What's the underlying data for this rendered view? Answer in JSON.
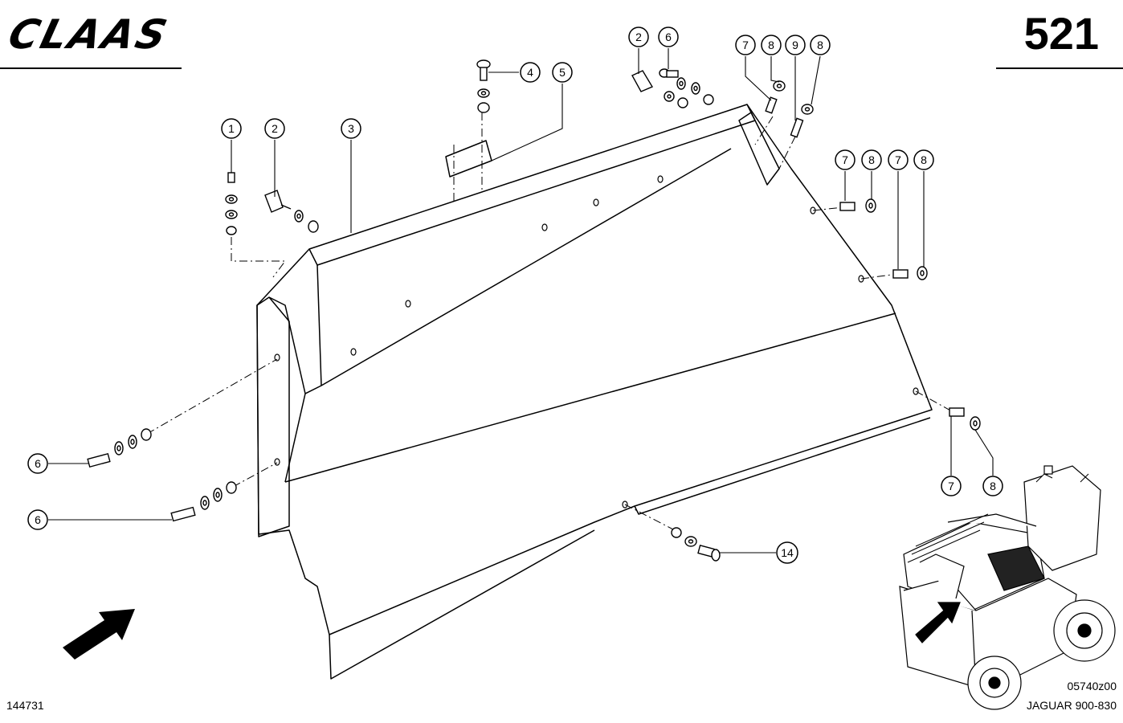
{
  "header": {
    "brand": "CLAAS",
    "page_number": "521"
  },
  "footer": {
    "drawing_code": "144731",
    "image_code": "05740z00",
    "model": "JAGUAR 900-830"
  },
  "callouts": [
    {
      "id": "c1",
      "label": "1"
    },
    {
      "id": "c2a",
      "label": "2"
    },
    {
      "id": "c3",
      "label": "3"
    },
    {
      "id": "c4",
      "label": "4"
    },
    {
      "id": "c5",
      "label": "5"
    },
    {
      "id": "c2b",
      "label": "2"
    },
    {
      "id": "c6a",
      "label": "6"
    },
    {
      "id": "c7a",
      "label": "7"
    },
    {
      "id": "c8a",
      "label": "8"
    },
    {
      "id": "c9",
      "label": "9"
    },
    {
      "id": "c8b",
      "label": "8"
    },
    {
      "id": "c7b",
      "label": "7"
    },
    {
      "id": "c8c",
      "label": "8"
    },
    {
      "id": "c7c",
      "label": "7"
    },
    {
      "id": "c8d",
      "label": "8"
    },
    {
      "id": "c6b",
      "label": "6"
    },
    {
      "id": "c6c",
      "label": "6"
    },
    {
      "id": "c7d",
      "label": "7"
    },
    {
      "id": "c8e",
      "label": "8"
    },
    {
      "id": "c14",
      "label": "14"
    }
  ],
  "icons": {
    "direction_arrow": "direction-arrow-icon",
    "machine": "forage-harvester-icon"
  }
}
